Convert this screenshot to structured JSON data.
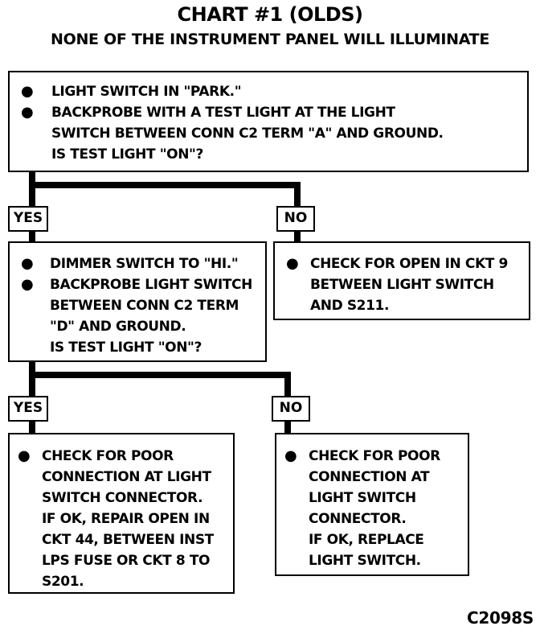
{
  "title": "CHART #1 (OLDS)",
  "subtitle": "NONE OF THE INSTRUMENT PANEL WILL ILLUMINATE",
  "box1": {
    "items": [
      [
        "LIGHT SWITCH IN \"PARK.\""
      ],
      [
        "BACKPROBE WITH A TEST LIGHT AT THE LIGHT",
        "SWITCH BETWEEN CONN C2 TERM \"A\" AND GROUND."
      ]
    ],
    "question": "IS TEST LIGHT \"ON\"?"
  },
  "yes_label": "YES",
  "no_label": "NO",
  "box2": {
    "items": [
      [
        "DIMMER SWITCH TO \"HI.\""
      ],
      [
        "BACKPROBE LIGHT SWITCH",
        "BETWEEN CONN C2 TERM",
        "\"D\" AND GROUND."
      ]
    ],
    "question": "IS TEST LIGHT \"ON\"?"
  },
  "box3": {
    "lines": [
      "CHECK FOR OPEN IN CKT 9",
      "BETWEEN LIGHT SWITCH",
      "AND S211."
    ]
  },
  "box4": {
    "lines": [
      "CHECK FOR POOR",
      "CONNECTION AT LIGHT",
      "SWITCH CONNECTOR.",
      "IF OK, REPAIR OPEN IN",
      "CKT 44, BETWEEN INST",
      "LPS FUSE OR CKT 8 TO",
      "S201."
    ]
  },
  "box5": {
    "lines": [
      "CHECK FOR POOR",
      "CONNECTION AT",
      "LIGHT SWITCH",
      "CONNECTOR.",
      "IF OK, REPLACE",
      "LIGHT SWITCH."
    ]
  },
  "figure_code": "C2098S"
}
